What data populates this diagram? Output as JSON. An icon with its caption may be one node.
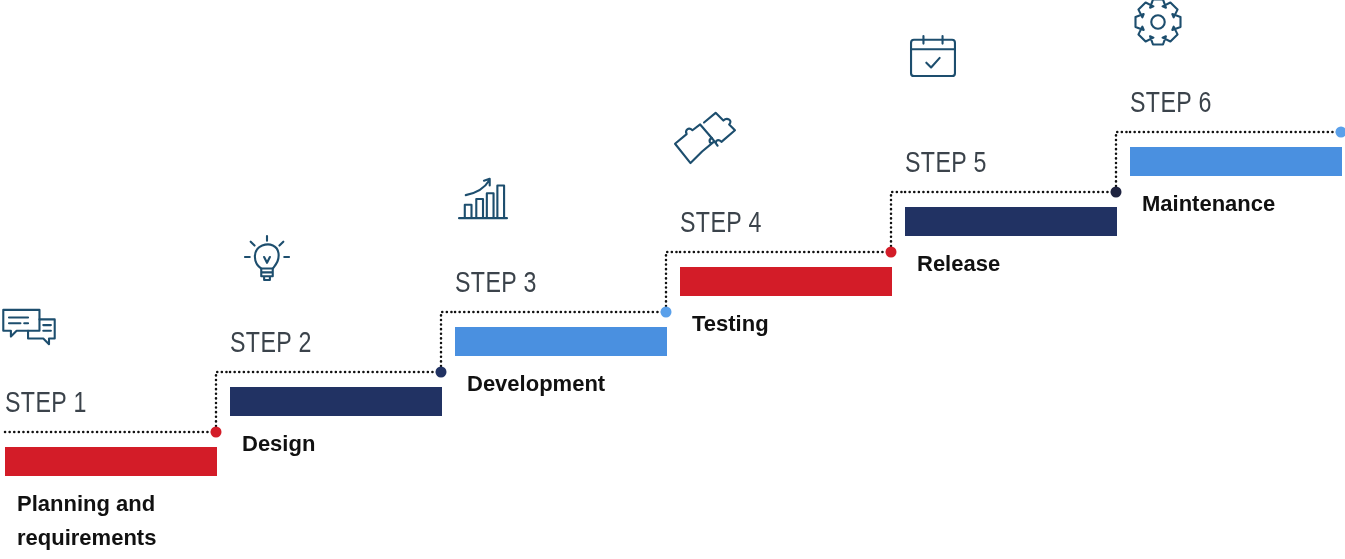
{
  "diagram": {
    "nodes": [
      {
        "text": [
          "STEP 1",
          "Planning and requirements"
        ]
      },
      {
        "text": [
          "STEP 2",
          "Design"
        ]
      },
      {
        "text": [
          "STEP 3",
          "Development"
        ]
      },
      {
        "text": [
          "STEP 4",
          "Testing"
        ]
      },
      {
        "text": [
          "STEP 5",
          "Release"
        ]
      },
      {
        "text": [
          "STEP 6",
          "Maintenance"
        ]
      }
    ],
    "edges": [
      {
        "from": 0,
        "to": 1,
        "arrow": "none",
        "style": "dashed"
      },
      {
        "from": 1,
        "to": 2,
        "arrow": "none",
        "style": "dashed"
      },
      {
        "from": 2,
        "to": 3,
        "arrow": "none",
        "style": "dashed"
      },
      {
        "from": 3,
        "to": 4,
        "arrow": "none",
        "style": "dashed"
      },
      {
        "from": 4,
        "to": 5,
        "arrow": "none",
        "style": "dashed"
      }
    ]
  }
}
